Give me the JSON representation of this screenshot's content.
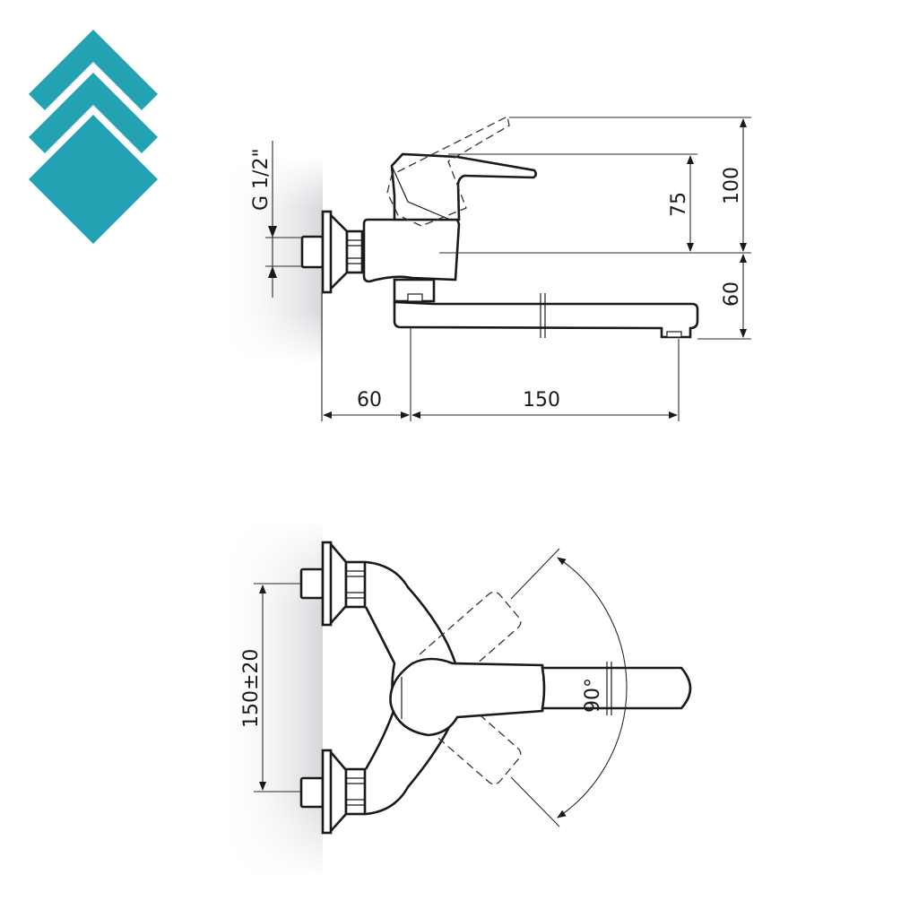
{
  "logo": {
    "color": "#23a2b3",
    "icon": "stacked-chevron-diamond-logo"
  },
  "side_view": {
    "thread_label": "G 1/2\"",
    "dim_lever_height": "75",
    "dim_total_height": "100",
    "dim_spout_drop": "60",
    "dim_wall_to_spout": "60",
    "dim_spout_reach": "150"
  },
  "top_view": {
    "dim_inlet_spacing": "150±20",
    "dim_rotation_angle": "90°"
  },
  "colors": {
    "line": "#1a1a1a",
    "wall_shade": "#d8dade",
    "accent": "#23a2b3"
  }
}
